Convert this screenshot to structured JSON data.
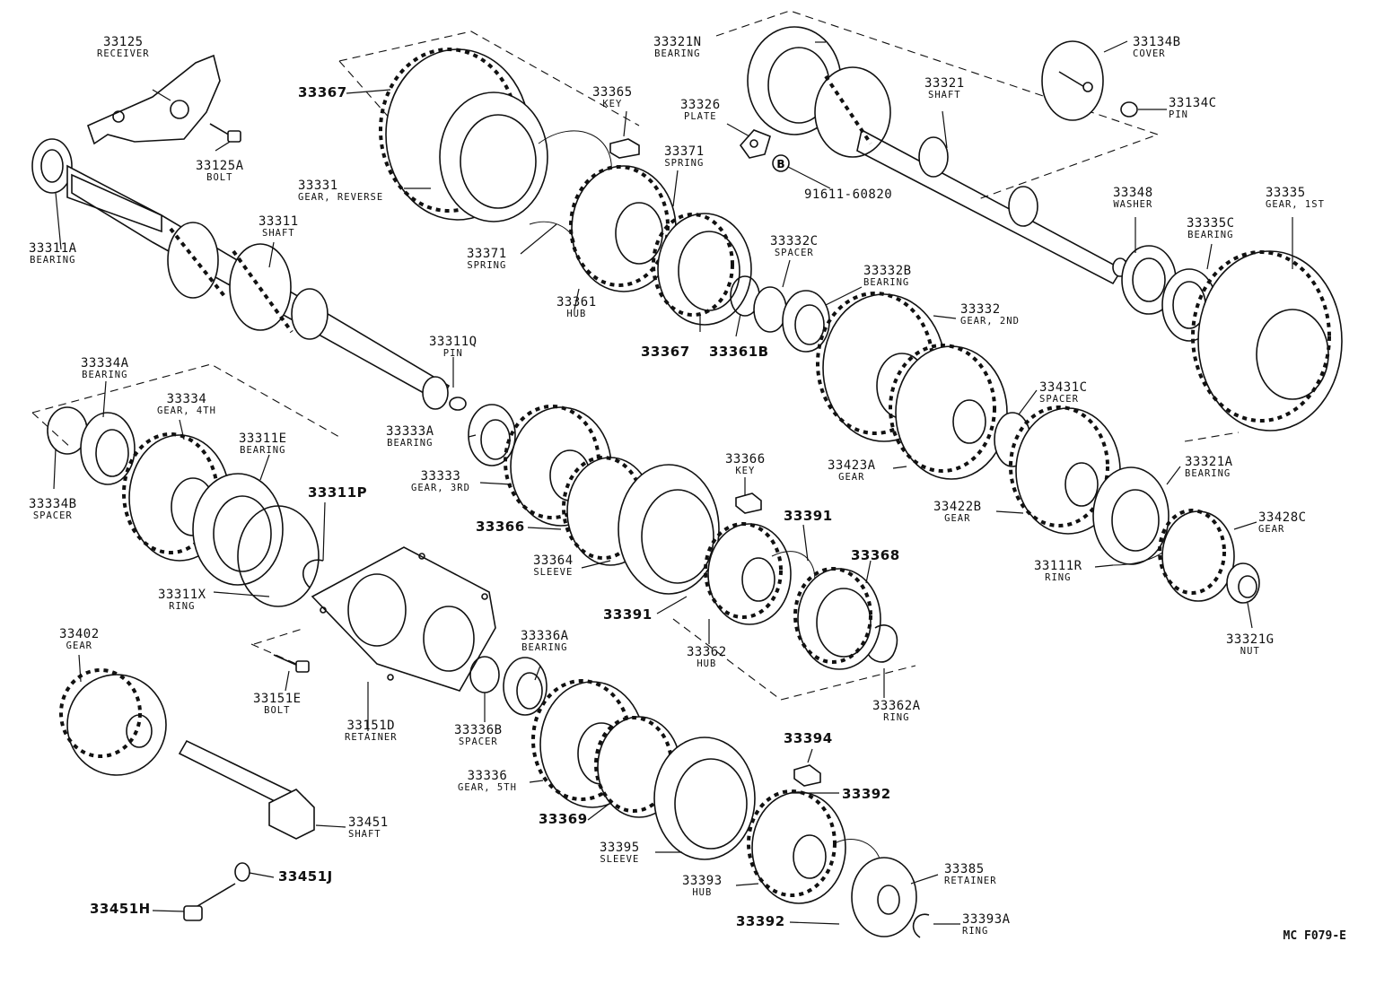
{
  "diagram_code": "MC F079-E",
  "marker_symbol": "B",
  "parts": [
    {
      "id": "p-33125",
      "number": "33125",
      "name": "RECEIVER"
    },
    {
      "id": "p-33125a",
      "number": "33125A",
      "name": "BOLT"
    },
    {
      "id": "p-33311a",
      "number": "33311A",
      "name": "BEARING"
    },
    {
      "id": "p-33311",
      "number": "33311",
      "name": "SHAFT"
    },
    {
      "id": "p-33367-top",
      "number": "33367",
      "name": "",
      "bold": true
    },
    {
      "id": "p-33331",
      "number": "33331",
      "name": "GEAR, REVERSE"
    },
    {
      "id": "p-33365",
      "number": "33365",
      "name": "KEY"
    },
    {
      "id": "p-33371-top",
      "number": "33371",
      "name": "SPRING"
    },
    {
      "id": "p-33371-left",
      "number": "33371",
      "name": "SPRING"
    },
    {
      "id": "p-33361",
      "number": "33361",
      "name": "HUB"
    },
    {
      "id": "p-33367-low",
      "number": "33367",
      "name": "",
      "bold": true
    },
    {
      "id": "p-33361b",
      "number": "33361B",
      "name": "",
      "bold": true
    },
    {
      "id": "p-33326",
      "number": "33326",
      "name": "PLATE"
    },
    {
      "id": "p-91611",
      "number": "91611-60820",
      "name": ""
    },
    {
      "id": "p-33321n",
      "number": "33321N",
      "name": "BEARING"
    },
    {
      "id": "p-33321",
      "number": "33321",
      "name": "SHAFT"
    },
    {
      "id": "p-33134b",
      "number": "33134B",
      "name": "COVER"
    },
    {
      "id": "p-33134c",
      "number": "33134C",
      "name": "PIN"
    },
    {
      "id": "p-33348",
      "number": "33348",
      "name": "WASHER"
    },
    {
      "id": "p-33335",
      "number": "33335",
      "name": "GEAR, 1ST"
    },
    {
      "id": "p-33335c",
      "number": "33335C",
      "name": "BEARING"
    },
    {
      "id": "p-33332c",
      "number": "33332C",
      "name": "SPACER"
    },
    {
      "id": "p-33332b",
      "number": "33332B",
      "name": "BEARING"
    },
    {
      "id": "p-33332",
      "number": "33332",
      "name": "GEAR, 2ND"
    },
    {
      "id": "p-33311q",
      "number": "33311Q",
      "name": "PIN"
    },
    {
      "id": "p-33334a",
      "number": "33334A",
      "name": "BEARING"
    },
    {
      "id": "p-33334",
      "number": "33334",
      "name": "GEAR, 4TH"
    },
    {
      "id": "p-33311e",
      "number": "33311E",
      "name": "BEARING"
    },
    {
      "id": "p-33334b",
      "number": "33334B",
      "name": "SPACER"
    },
    {
      "id": "p-33311p",
      "number": "33311P",
      "name": "",
      "bold": true
    },
    {
      "id": "p-33311x",
      "number": "33311X",
      "name": "RING"
    },
    {
      "id": "p-33333a",
      "number": "33333A",
      "name": "BEARING"
    },
    {
      "id": "p-33333",
      "number": "33333",
      "name": "GEAR, 3RD"
    },
    {
      "id": "p-33366",
      "number": "33366",
      "name": "",
      "bold": true
    },
    {
      "id": "p-33364",
      "number": "33364",
      "name": "SLEEVE"
    },
    {
      "id": "p-33366k",
      "number": "33366",
      "name": "KEY"
    },
    {
      "id": "p-33391-top",
      "number": "33391",
      "name": "",
      "bold": true
    },
    {
      "id": "p-33368",
      "number": "33368",
      "name": "",
      "bold": true
    },
    {
      "id": "p-33391-low",
      "number": "33391",
      "name": "",
      "bold": true
    },
    {
      "id": "p-33362",
      "number": "33362",
      "name": "HUB"
    },
    {
      "id": "p-33362a",
      "number": "33362A",
      "name": "RING"
    },
    {
      "id": "p-33431c",
      "number": "33431C",
      "name": "SPACER"
    },
    {
      "id": "p-33423a",
      "number": "33423A",
      "name": "GEAR"
    },
    {
      "id": "p-33321a",
      "number": "33321A",
      "name": "BEARING"
    },
    {
      "id": "p-33422b",
      "number": "33422B",
      "name": "GEAR"
    },
    {
      "id": "p-33428c",
      "number": "33428C",
      "name": "GEAR"
    },
    {
      "id": "p-33111r",
      "number": "33111R",
      "name": "RING"
    },
    {
      "id": "p-33321g",
      "number": "33321G",
      "name": "NUT"
    },
    {
      "id": "p-33402",
      "number": "33402",
      "name": "GEAR"
    },
    {
      "id": "p-33151e",
      "number": "33151E",
      "name": "BOLT"
    },
    {
      "id": "p-33151d",
      "number": "33151D",
      "name": "RETAINER"
    },
    {
      "id": "p-33336a",
      "number": "33336A",
      "name": "BEARING"
    },
    {
      "id": "p-33336b",
      "number": "33336B",
      "name": "SPACER"
    },
    {
      "id": "p-33336",
      "number": "33336",
      "name": "GEAR, 5TH"
    },
    {
      "id": "p-33369",
      "number": "33369",
      "name": "",
      "bold": true
    },
    {
      "id": "p-33394",
      "number": "33394",
      "name": "",
      "bold": true
    },
    {
      "id": "p-33392-top",
      "number": "33392",
      "name": "",
      "bold": true
    },
    {
      "id": "p-33395",
      "number": "33395",
      "name": "SLEEVE"
    },
    {
      "id": "p-33393",
      "number": "33393",
      "name": "HUB"
    },
    {
      "id": "p-33385",
      "number": "33385",
      "name": "RETAINER"
    },
    {
      "id": "p-33392-low",
      "number": "33392",
      "name": "",
      "bold": true
    },
    {
      "id": "p-33393a",
      "number": "33393A",
      "name": "RING"
    },
    {
      "id": "p-33451",
      "number": "33451",
      "name": "SHAFT"
    },
    {
      "id": "p-33451j",
      "number": "33451J",
      "name": "",
      "bold": true
    },
    {
      "id": "p-33451h",
      "number": "33451H",
      "name": "",
      "bold": true
    }
  ]
}
